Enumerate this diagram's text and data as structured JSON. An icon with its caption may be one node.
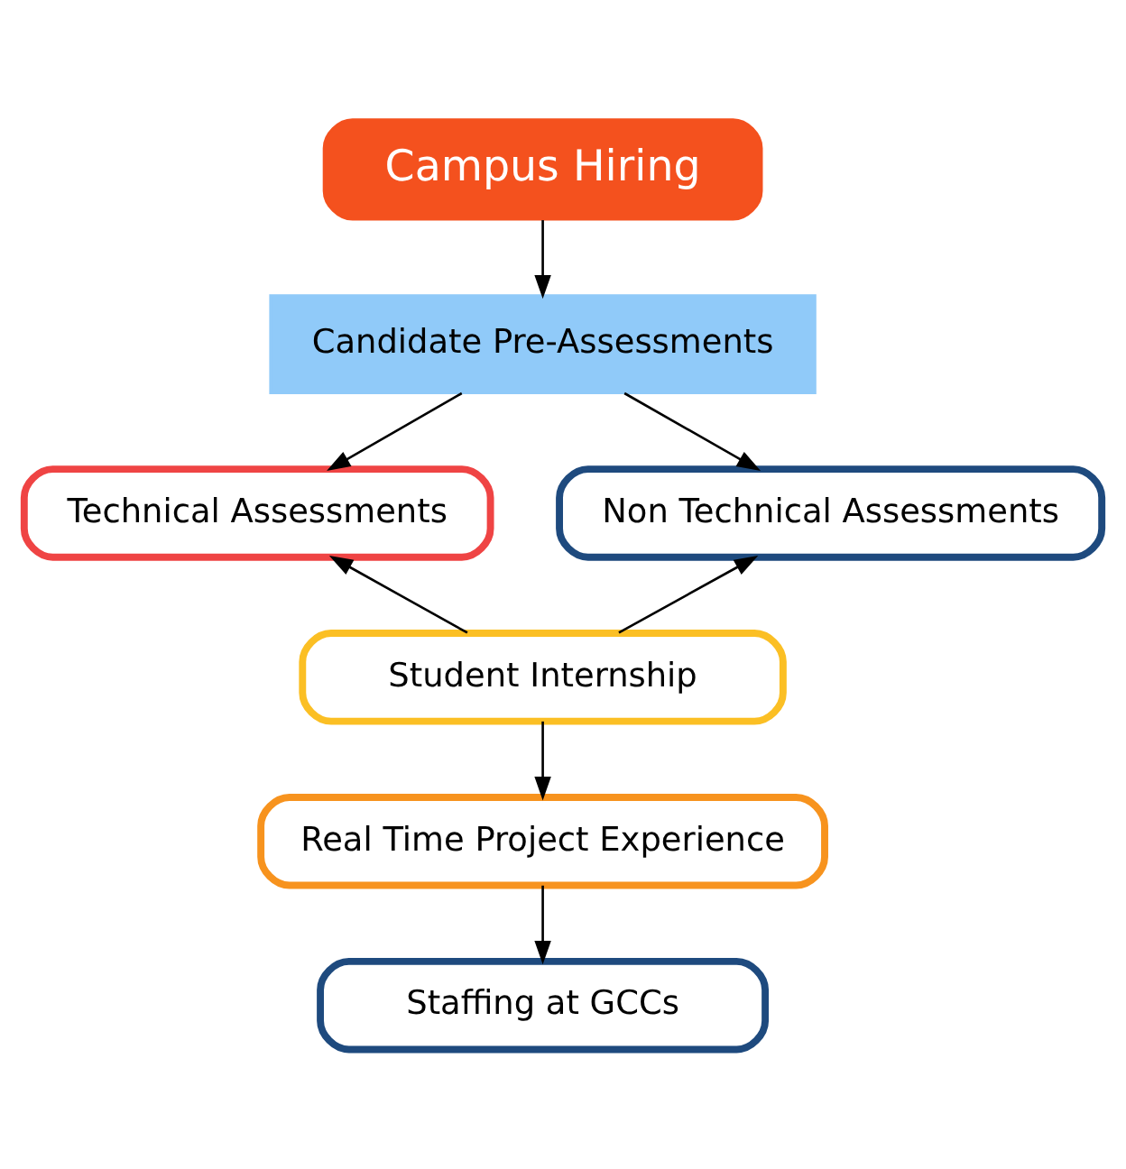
{
  "diagram": {
    "nodes": [
      {
        "text": [
          "Campus Hiring"
        ]
      },
      {
        "text": [
          "Candidate Pre-Assessments"
        ]
      },
      {
        "text": [
          "Technical Assessments"
        ]
      },
      {
        "text": [
          "Non Technical Assessments"
        ]
      },
      {
        "text": [
          "Student Internship"
        ]
      },
      {
        "text": [
          "Real Time Project Experience"
        ]
      },
      {
        "text": [
          "Staffing at GCCs"
        ]
      }
    ],
    "edges": [
      {
        "from": 0,
        "to": 1,
        "arrow": "to"
      },
      {
        "from": 1,
        "to": 2,
        "arrow": "to"
      },
      {
        "from": 1,
        "to": 3,
        "arrow": "to"
      },
      {
        "from": 4,
        "to": 2,
        "arrow": "to"
      },
      {
        "from": 4,
        "to": 3,
        "arrow": "to"
      },
      {
        "from": 4,
        "to": 5,
        "arrow": "to"
      },
      {
        "from": 5,
        "to": 6,
        "arrow": "to"
      }
    ]
  }
}
